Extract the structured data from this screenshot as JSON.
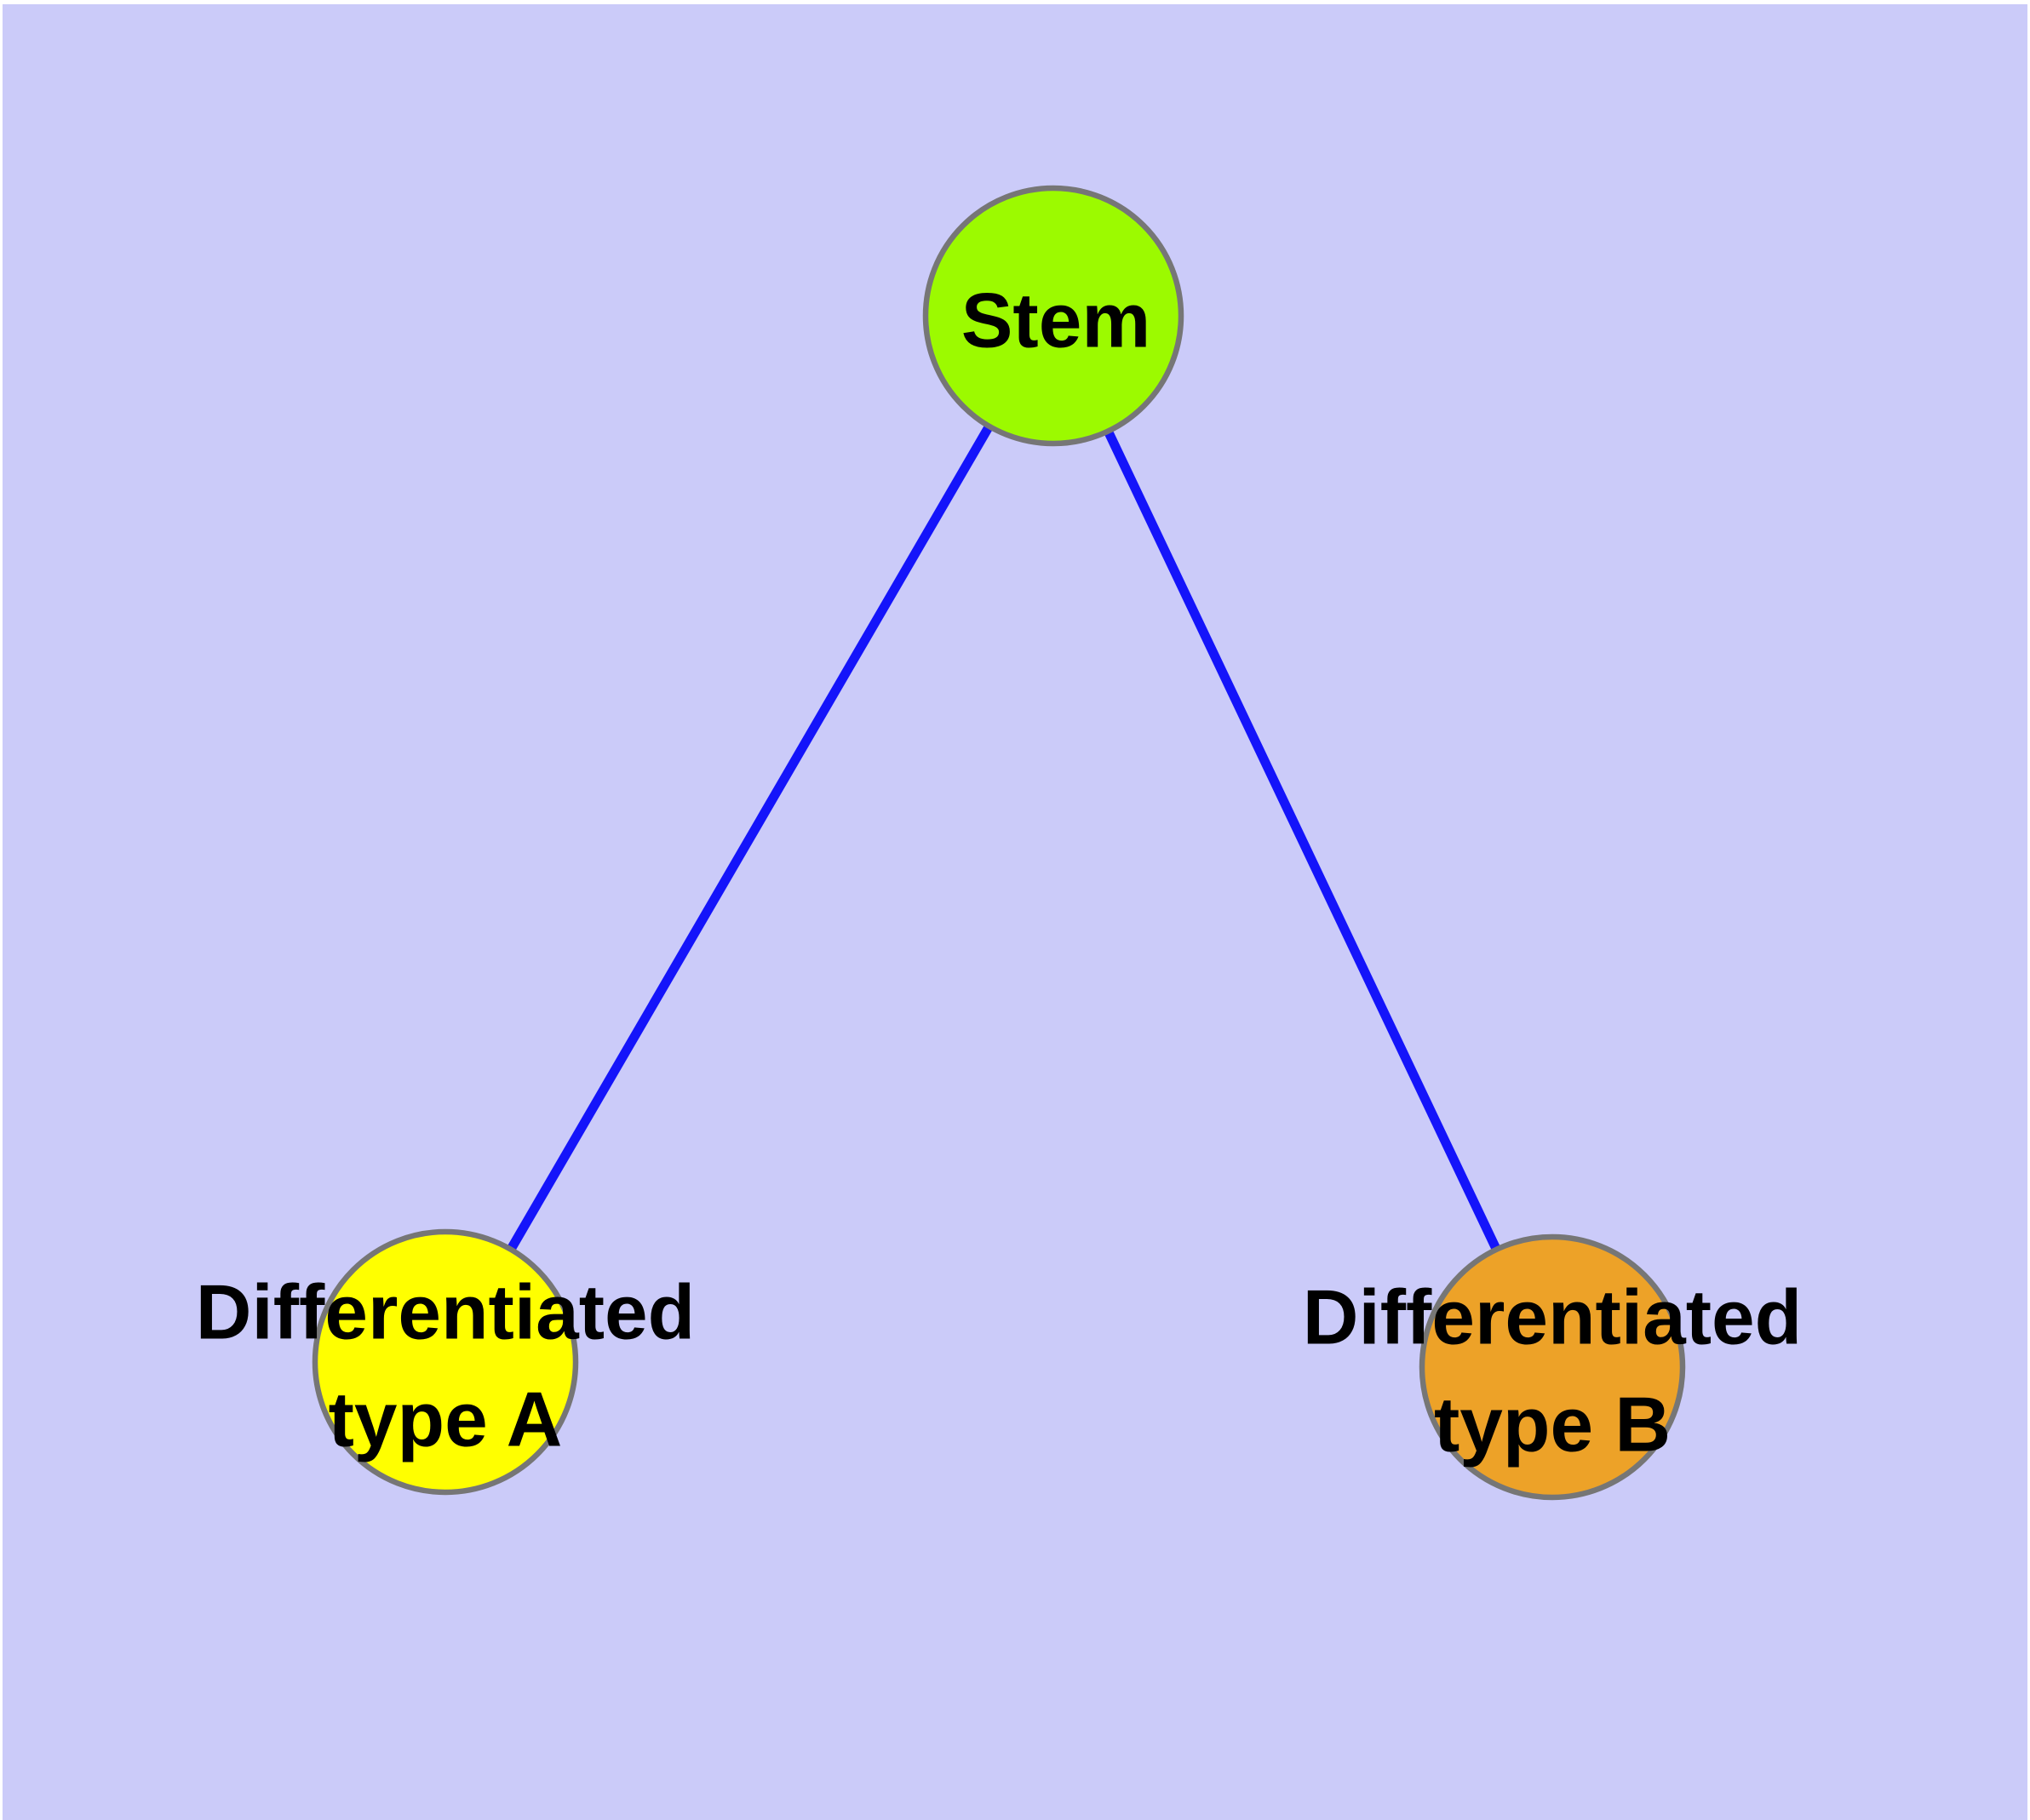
{
  "diagram": {
    "type": "node-link-graph",
    "background_color": "#CBCBF9",
    "frame_color": "#FFFFFF",
    "edge_color": "#1414FA",
    "node_border_color": "#767676",
    "text_color": "#000000",
    "nodes": [
      {
        "id": "stem",
        "label": "Stem",
        "line1": "Stem",
        "fill": "#9CFA00"
      },
      {
        "id": "differentiated-type-a",
        "label": "Differentiated type A",
        "line1": "Differentiated",
        "line2": "type A",
        "fill": "#FFFF00"
      },
      {
        "id": "differentiated-type-b",
        "label": "Differentiated type B",
        "line1": "Differentiated",
        "line2": "type B",
        "fill": "#EDA228"
      }
    ],
    "edges": [
      {
        "from": "Stem",
        "to": "Differentiated type A"
      },
      {
        "from": "Stem",
        "to": "Differentiated type B"
      }
    ]
  }
}
